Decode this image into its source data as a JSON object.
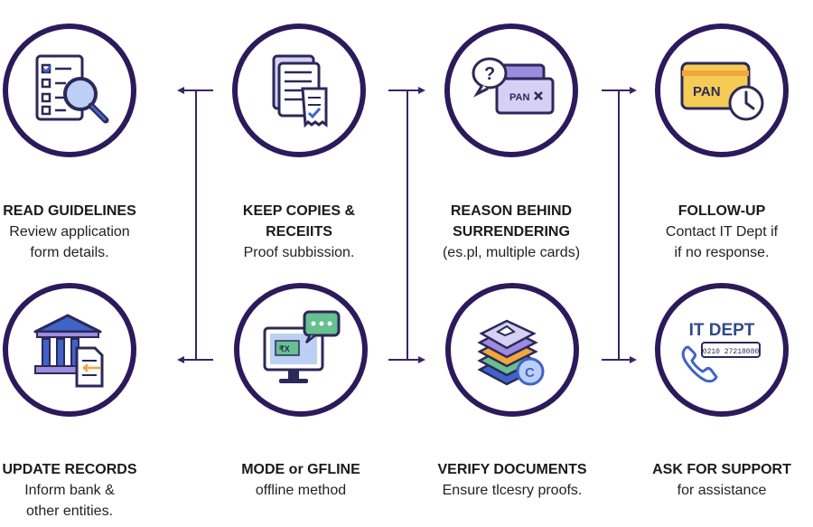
{
  "steps": [
    {
      "title": "READ GUIDELINES",
      "desc": [
        "Review application",
        "form details."
      ],
      "icon": "checklist-magnifier-icon"
    },
    {
      "title": "KEEP COPIES & RECEIITS",
      "title_lines": [
        "KEEP COPIES &",
        "RECEIITS"
      ],
      "desc": [
        "Proof subbission."
      ],
      "icon": "documents-receipt-icon"
    },
    {
      "title": "REASON BEHIND SURRENDERING",
      "title_lines": [
        "REASON BEHIND",
        "SURRENDERING"
      ],
      "desc": [
        "(es.pl, multiple cards)"
      ],
      "icon": "question-pan-cards-icon",
      "card_text": "PAN"
    },
    {
      "title": "FOLLOW-UP",
      "desc": [
        "Contact IT Dept if",
        "if no response."
      ],
      "icon": "pan-card-clock-icon",
      "card_text": "PAN"
    },
    {
      "title": "UPDATE RECORDS",
      "desc": [
        "Inform bank &",
        "other entities."
      ],
      "icon": "bank-document-icon"
    },
    {
      "title": "MODE or GFLINE",
      "desc": [
        "offline method"
      ],
      "icon": "computer-chat-icon",
      "screen_text": "₹X"
    },
    {
      "title": "VERIFY DOCUMENTS",
      "desc": [
        "Ensure tlcesry proofs."
      ],
      "icon": "document-stack-icon"
    },
    {
      "title": "ASK FOR SUPPORT",
      "desc": [
        "for assistance"
      ],
      "icon": "phone-support-icon",
      "heading": "IT DEPT",
      "number": "0210 27218080"
    }
  ],
  "colors": {
    "ring": "#2c1a5c",
    "connector": "#3a2466",
    "icon_outline": "#2d2858",
    "blue": "#3f64c8",
    "light_blue": "#bcd0f6",
    "purple": "#9b8ce0",
    "lavender": "#d7d0f5",
    "orange": "#f3a63b",
    "green": "#66c08f",
    "yellow": "#f4cc55"
  }
}
